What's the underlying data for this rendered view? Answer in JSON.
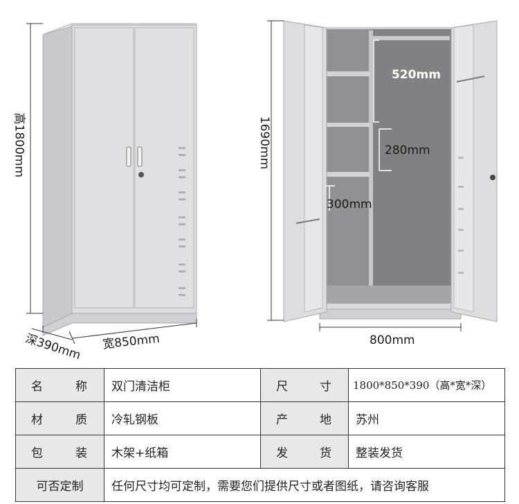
{
  "dimensions": {
    "height_label": "高1800mm",
    "depth_label": "深390mm",
    "width_label": "宽850mm",
    "inner_height_label": "1690mm",
    "top_compartment_label": "520mm",
    "mid_compartment_label": "280mm",
    "shelf_width_label": "300mm",
    "inner_width_label": "800mm"
  },
  "spec_table": {
    "rows": [
      {
        "label1_a": "名",
        "label1_b": "称",
        "value1": "双门清洁柜",
        "label2_a": "尺",
        "label2_b": "寸",
        "value2": "1800*850*390（高*宽*深）"
      },
      {
        "label1_a": "材",
        "label1_b": "质",
        "value1": "冷轧钢板",
        "label2_a": "产",
        "label2_b": "地",
        "value2": "苏州"
      },
      {
        "label1_a": "包",
        "label1_b": "装",
        "value1": "木架+纸箱",
        "label2_a": "发",
        "label2_b": "货",
        "value2": "整装发货"
      }
    ],
    "custom_label": "可否定制",
    "custom_value": "任何尺寸均可定制，需要您们提供尺寸或者图纸，请咨询客服"
  },
  "colors": {
    "cabinet": "#d9dadd",
    "cabinet_shadow": "#b9bbc0",
    "interior": "#8d8f93",
    "line": "#333333",
    "label_bg": "#e8e8e8"
  }
}
